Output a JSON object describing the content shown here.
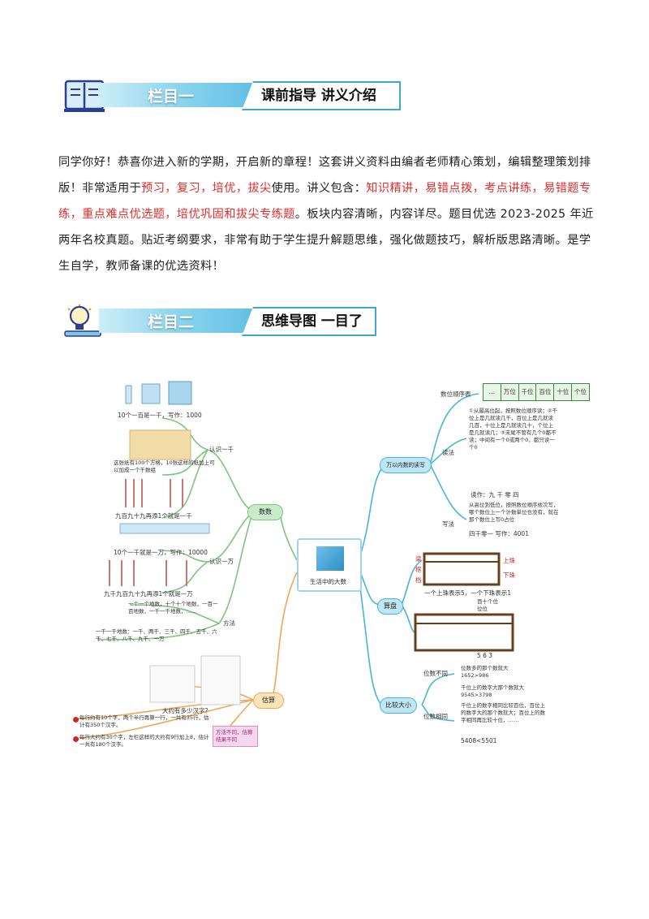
{
  "section1": {
    "tab": "栏目一",
    "label": "课前指导 讲义介绍"
  },
  "intro": {
    "p1": "同学你好！恭喜你进入新的学期，开启新的章程！这套讲义资料由编者老师精心策划，编辑整理策划排版！非常适用于",
    "red1": "预习，复习，培优，拔尖",
    "p2": "使用。讲义包含：",
    "red2": "知识精讲，易错点拨，考点讲练，易错题专练，重点难点优选题，培优巩固和拔尖专练题",
    "p3": "。板块内容清晰，内容详尽。题目优选 2023-2025 年近两年名校真题。贴近考纲要求，非常有助于学生提升解题思维，强化做题技巧，解析版思路清晰。是学生自学，教师备课的优选资料！"
  },
  "section2": {
    "tab": "栏目二",
    "label": "思维导图 一目了然"
  },
  "mindmap": {
    "center": "生活中的大数",
    "left": {
      "count": "数数",
      "know_10k": "认识一千",
      "know_100k": "认识一万",
      "method": "方法",
      "estimate": "估算",
      "cap1": "10个一百是一千，写作：1000",
      "cap2": "这张纸有100个方格，10张这样的纸加上可以加成一个千数组",
      "cap3": "九百九十九再添1个就是一千",
      "cap4": "10个一千就是一万，写作：10000",
      "cap5": "九千九百九十九再添1个就是一万",
      "method1": "一个一个地数，十个十个地数，一百一百地数，一千一千地数，……",
      "method2": "一千一千地数：一千、两千、三千、四千、五千、六千、七千、八千、九千、一万",
      "est_q": "大约有多少汉字？",
      "est1": "每行约有10个字，两个半行再算一行，一共有35行，估计有350个汉字。",
      "est2": "每行大约有30个字，左栏这样的大约有9行加上8，估计一共有180个汉字。",
      "est_note": "方法不同，估算结果不同"
    },
    "right": {
      "readwrite": "万以内数的读写",
      "table_title": "数位顺序表",
      "table_cols": [
        "…",
        "万位",
        "千位",
        "百位",
        "十位",
        "个位"
      ],
      "read": "读法",
      "read_rules": "①从最高位起，按照数位顺序读；②千位上是几就读几千，百位上是几就读几百，十位上是几就读几十，个位上是几就读几；③末尾不管有几个0都不读；中间有一个0或两个0，都只读一个0",
      "write": "写法",
      "write_rules": "从高位到低位，按照数位顺序依次写，哪个数位上一个计数单位也没有，就在那个数位上写0占位",
      "read_example": "读作：九 千 零 四",
      "write_example": "四千零一 写作：4001",
      "abacus": "算盘",
      "abacus_labels": [
        "梁",
        "框",
        "档"
      ],
      "abacus_side": [
        "上珠",
        "下珠"
      ],
      "abacus_note": "一个上珠表示5，一个下珠表示1",
      "abacus_digits": "5 6 3",
      "abacus_places": "百十个位位位",
      "compare": "比较大小",
      "digits_diff": "位数不同",
      "digits_same": "位数相同",
      "cmp1": "位数多的那个数就大 1652>986",
      "cmp2": "千位上的数字大那个数就大 9545>3798",
      "cmp3": "千位上的数字相同比较百位，百位上的数字大的那个数就大；百位上的数字相同再比较十位，……",
      "cmp4": "5408<5501"
    }
  }
}
